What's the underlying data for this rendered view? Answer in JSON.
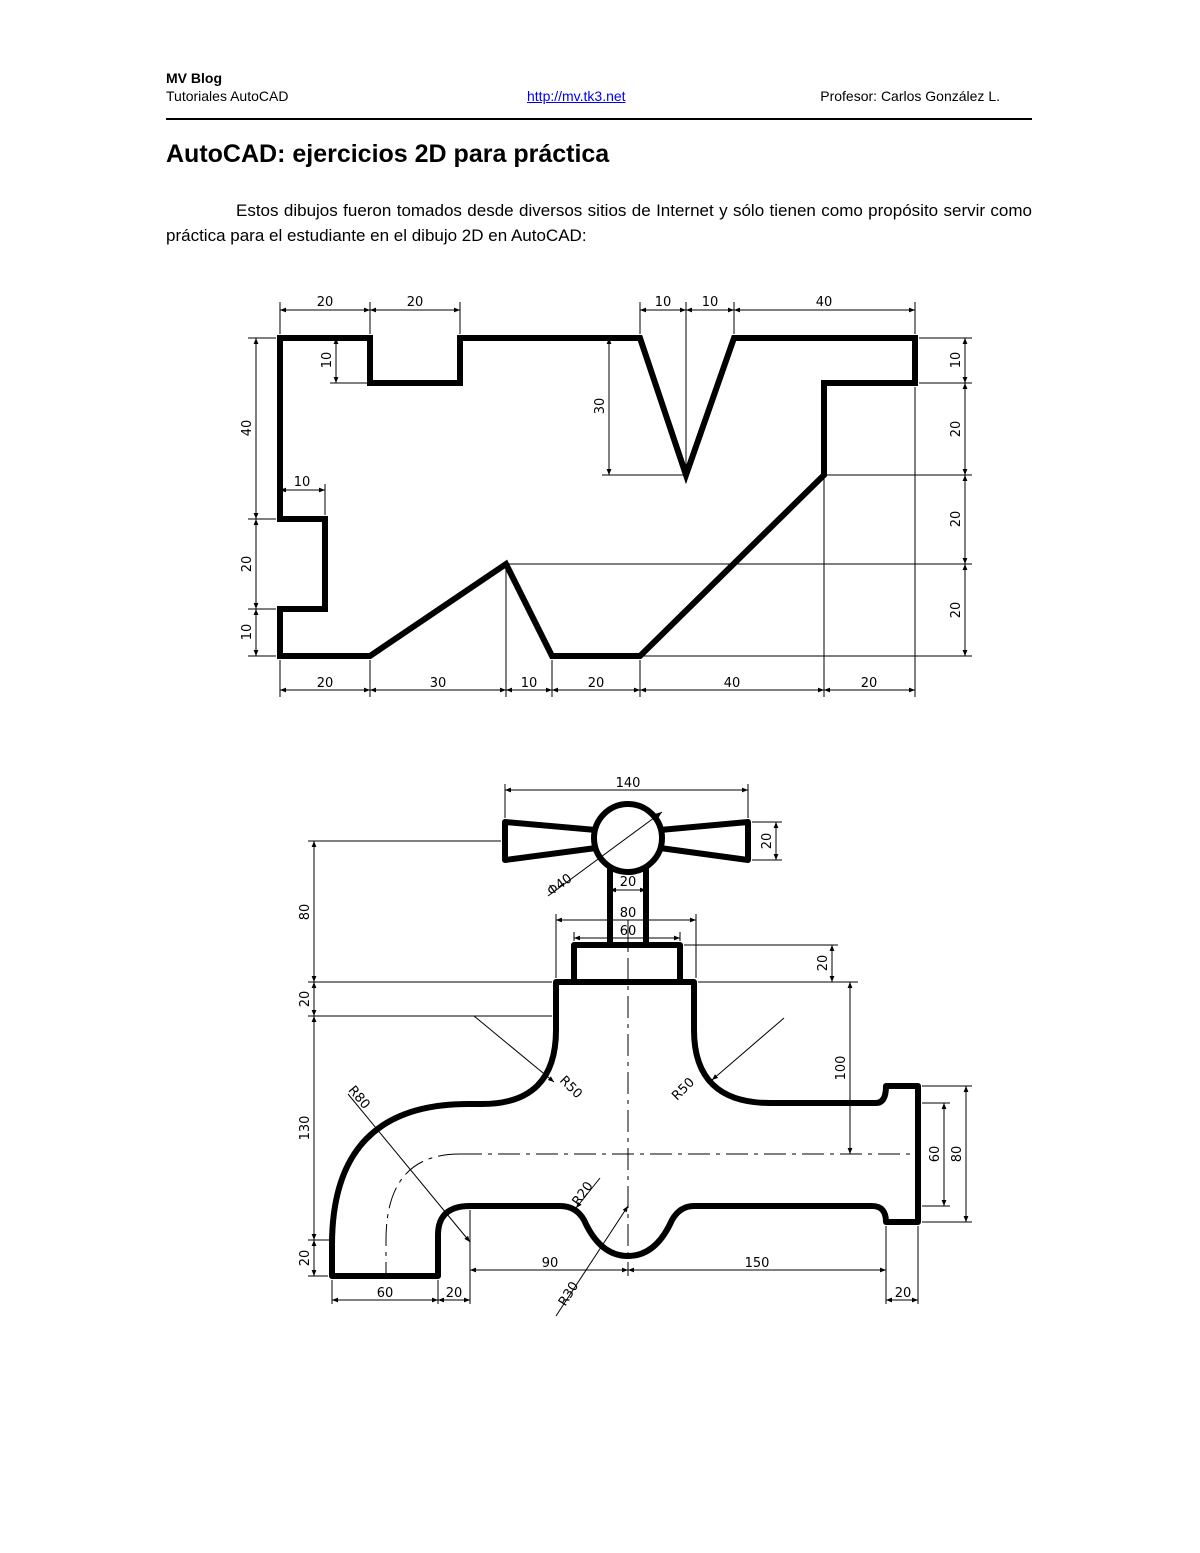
{
  "header": {
    "blog_name": "MV Blog",
    "subtitle": "Tutoriales AutoCAD",
    "link": "http://mv.tk3.net",
    "author": "Profesor: Carlos González L."
  },
  "title": "AutoCAD: ejercicios 2D para práctica",
  "intro": "Estos dibujos fueron tomados desde diversos sitios de Internet y sólo tienen como propósito servir como práctica para el estudiante en el dibujo 2D en AutoCAD:",
  "drawing1": {
    "dims": {
      "top_20a": "20",
      "top_20b": "20",
      "top_10a": "10",
      "top_10b": "10",
      "top_40": "40",
      "bot_20a": "20",
      "bot_30": "30",
      "bot_10": "10",
      "bot_20b": "20",
      "bot_40": "40",
      "bot_20c": "20",
      "left_40": "40",
      "left_20": "20",
      "left_10": "10",
      "notch_10v": "10",
      "notch_10h": "10",
      "v_30": "30",
      "right_10": "10",
      "right_20a": "20",
      "right_20b": "20",
      "right_20c": "20"
    }
  },
  "drawing2": {
    "dims": {
      "d140": "140",
      "d20_handle": "20",
      "phi40": "Φ40",
      "d20_stem": "20",
      "d80_top": "80",
      "d60_top": "60",
      "d20_cap": "20",
      "left_80": "80",
      "left_20a": "20",
      "left_130": "130",
      "left_20b": "20",
      "r50a": "R50",
      "r50b": "R50",
      "r80": "R80",
      "r20": "R20",
      "r30": "R30",
      "d100": "100",
      "d60_right": "60",
      "d80_right": "80",
      "d90": "90",
      "d150": "150",
      "d60_bot": "60",
      "d20_bot": "20",
      "d20_br": "20"
    }
  }
}
